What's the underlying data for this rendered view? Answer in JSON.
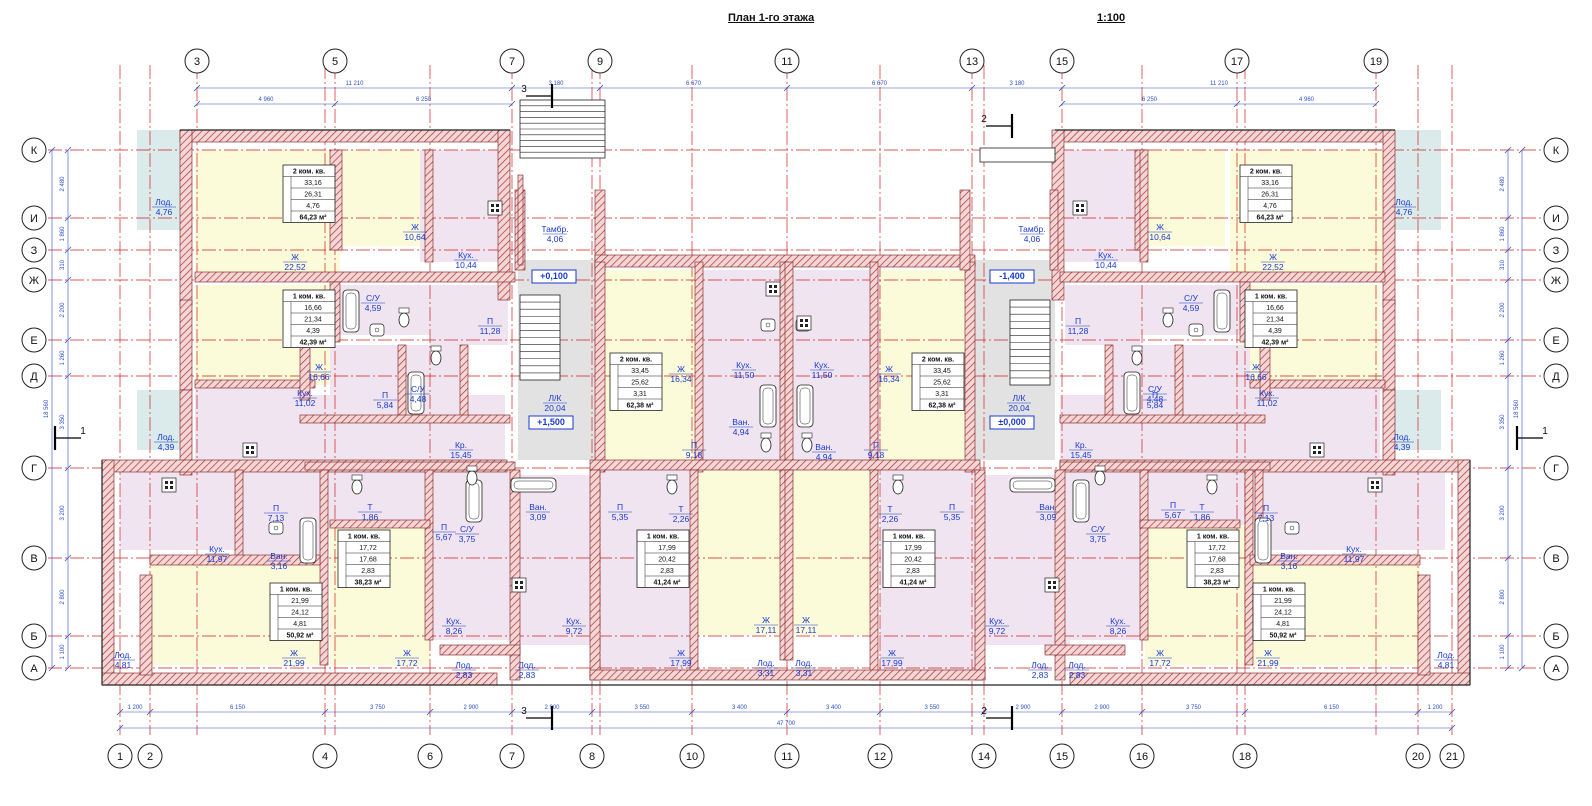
{
  "drawing": {
    "title": "План 1-го этажа",
    "scale": "1:100"
  },
  "axes": {
    "top_numbers": [
      "3",
      "5",
      "7",
      "9",
      "11",
      "13",
      "15",
      "17",
      "19"
    ],
    "bottom_numbers": [
      "1",
      "2",
      "4",
      "6",
      "7",
      "8",
      "10",
      "11",
      "12",
      "14",
      "15",
      "16",
      "18",
      "20",
      "21"
    ],
    "letters": [
      "К",
      "И",
      "З",
      "Ж",
      "Е",
      "Д",
      "Г",
      "В",
      "Б",
      "А"
    ]
  },
  "dimensions": {
    "top_major": [
      "11 210",
      "3 180",
      "6 670",
      "6 670",
      "3 180",
      "11 210"
    ],
    "top_minor": [
      "4 960",
      "6 250",
      "6 250",
      "4 960"
    ],
    "bottom": [
      "1 200",
      "6 150",
      "3 750",
      "2 900",
      "2 900",
      "3 550",
      "3 400",
      "3 400",
      "3 550",
      "2 900",
      "2 900",
      "3 750",
      "6 150",
      "1 200"
    ],
    "overall": "47 700",
    "left_vertical": [
      "2 480",
      "1 860",
      "310",
      "2 200",
      "1 260",
      "3 350",
      "3 200",
      "2 800",
      "1 100"
    ],
    "left_overall": "18 560",
    "right_vertical": [
      "2 480",
      "1 860",
      "310",
      "2 200",
      "1 260",
      "3 350",
      "3 200",
      "2 800",
      "1 100"
    ],
    "right_overall": "18 560"
  },
  "section_marks": {
    "top_left": "3",
    "bottom_left": "3",
    "top_right": "2",
    "bottom_right": "2",
    "left": "1",
    "right": "1"
  },
  "elevations": [
    "+0,100",
    "+1,500",
    "-1,400",
    "±0,000"
  ],
  "rooms": [
    {
      "name": "Лод.",
      "area": "4,76"
    },
    {
      "name": "Ж",
      "area": "22,52"
    },
    {
      "name": "Ж",
      "area": "10,64"
    },
    {
      "name": "Кух.",
      "area": "10,44"
    },
    {
      "name": "Тамбр.",
      "area": "4,06"
    },
    {
      "name": "С/У",
      "area": "4,59"
    },
    {
      "name": "П",
      "area": "11,28"
    },
    {
      "name": "Ж",
      "area": "16,66"
    },
    {
      "name": "Кух.",
      "area": "11,02"
    },
    {
      "name": "П",
      "area": "5,84"
    },
    {
      "name": "С/У",
      "area": "4,48"
    },
    {
      "name": "Лод.",
      "area": "4,39"
    },
    {
      "name": "Кр.",
      "area": "15,45"
    },
    {
      "name": "Л/К",
      "area": "20,04"
    },
    {
      "name": "Ж",
      "area": "16,34"
    },
    {
      "name": "Кух.",
      "area": "11,50"
    },
    {
      "name": "Ван.",
      "area": "4,94"
    },
    {
      "name": "П",
      "area": "9,18"
    },
    {
      "name": "П",
      "area": "7,13"
    },
    {
      "name": "Т",
      "area": "1,86"
    },
    {
      "name": "Кух.",
      "area": "11,97"
    },
    {
      "name": "Ван.",
      "area": "3,16"
    },
    {
      "name": "П",
      "area": "5,67"
    },
    {
      "name": "С/У",
      "area": "3,75"
    },
    {
      "name": "Ван.",
      "area": "3,09"
    },
    {
      "name": "П",
      "area": "5,35"
    },
    {
      "name": "Т",
      "area": "2,26"
    },
    {
      "name": "Кух.",
      "area": "8,26"
    },
    {
      "name": "Кух.",
      "area": "9,72"
    },
    {
      "name": "Ж",
      "area": "17,11"
    },
    {
      "name": "Ж",
      "area": "21,99"
    },
    {
      "name": "Ж",
      "area": "17,72"
    },
    {
      "name": "Ж",
      "area": "17,99"
    },
    {
      "name": "Лод.",
      "area": "2,83"
    },
    {
      "name": "Лод.",
      "area": "3,31"
    },
    {
      "name": "Лод.",
      "area": "4,81"
    }
  ],
  "apartment_tables": [
    {
      "title": "2 ком. кв.",
      "values": [
        "33,16",
        "26,31",
        "4,76"
      ],
      "total": "64,23 м²"
    },
    {
      "title": "1 ком. кв.",
      "values": [
        "16,66",
        "21,34",
        "4,39"
      ],
      "total": "42,39 м²"
    },
    {
      "title": "2 ком. кв.",
      "values": [
        "33,45",
        "25,62",
        "3,31"
      ],
      "total": "62,38 м²"
    },
    {
      "title": "1 ком. кв.",
      "values": [
        "17,72",
        "17,68",
        "2,83"
      ],
      "total": "38,23 м²"
    },
    {
      "title": "1 ком. кв.",
      "values": [
        "17,99",
        "20,42",
        "2,83"
      ],
      "total": "41,24 м²"
    },
    {
      "title": "1 ком. кв.",
      "values": [
        "21,99",
        "24,12",
        "4,81"
      ],
      "total": "50,92 м²"
    }
  ]
}
